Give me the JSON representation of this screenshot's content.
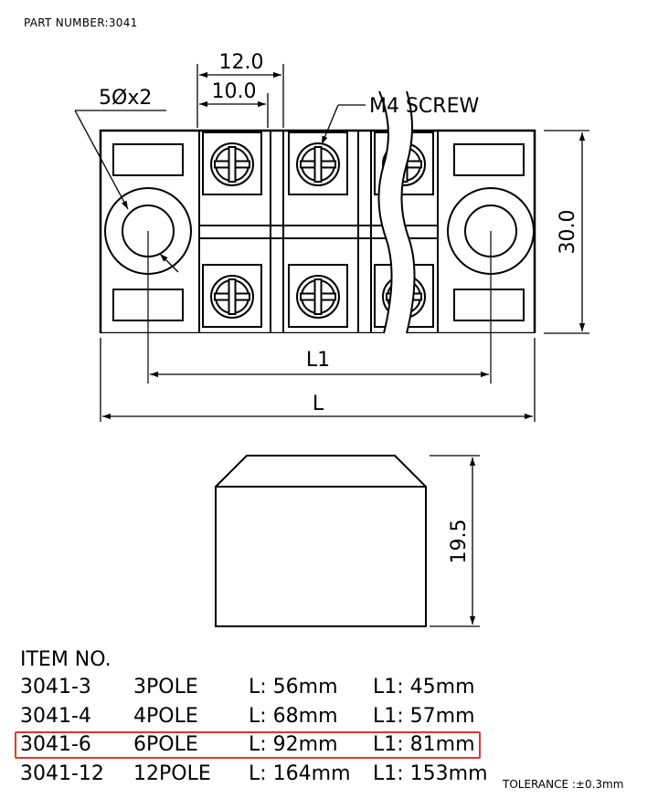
{
  "part_number": "PART  NUMBER:3041",
  "drawing": {
    "dim_pitch_outer": "12.0",
    "dim_pitch_inner": "10.0",
    "dim_hole": "5Øx2",
    "screw_label": "M4 SCREW",
    "dim_height": "30.0",
    "dim_l1": "L1",
    "dim_l": "L",
    "dim_side_height": "19.5"
  },
  "items": {
    "title": "ITEM NO.",
    "rows": [
      {
        "item": "3041-3",
        "pole": "3POLE",
        "l": "L: 56mm",
        "l1": "L1: 45mm"
      },
      {
        "item": "3041-4",
        "pole": "4POLE",
        "l": "L: 68mm",
        "l1": "L1: 57mm"
      },
      {
        "item": "3041-6",
        "pole": "6POLE",
        "l": "L: 92mm",
        "l1": "L1: 81mm"
      },
      {
        "item": "3041-12",
        "pole": "12POLE",
        "l": "L: 164mm",
        "l1": "L1: 153mm"
      }
    ],
    "highlight_color": "#e5352c"
  },
  "tolerance": "TOLERANCE  :±0.3mm"
}
